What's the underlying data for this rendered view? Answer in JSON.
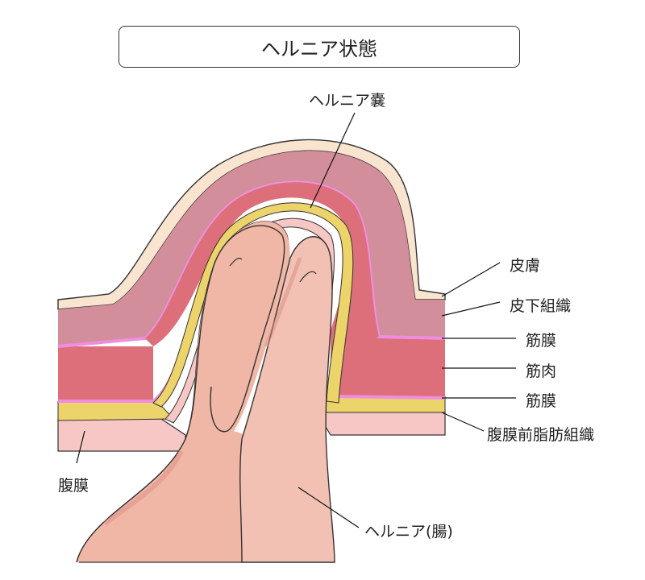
{
  "title": "ヘルニア状態",
  "labels": {
    "hernia_sac": "ヘルニア嚢",
    "skin": "皮膚",
    "subcutaneous": "皮下組織",
    "fascia_upper": "筋膜",
    "muscle": "筋肉",
    "fascia_lower": "筋膜",
    "preperitoneal_fat": "腹膜前脂肪組織",
    "peritoneum": "腹膜",
    "hernia_intestine": "ヘルニア(腸)"
  },
  "colors": {
    "skin": "#f8e4cf",
    "subcutaneous": "#d28e9a",
    "fascia": "#ef8ee0",
    "muscle": "#dc6f7a",
    "fat": "#ecd36a",
    "peritoneum": "#f6c7c5",
    "intestine": "#f0b7a6",
    "intestine_shadow": "#d98e84"
  }
}
